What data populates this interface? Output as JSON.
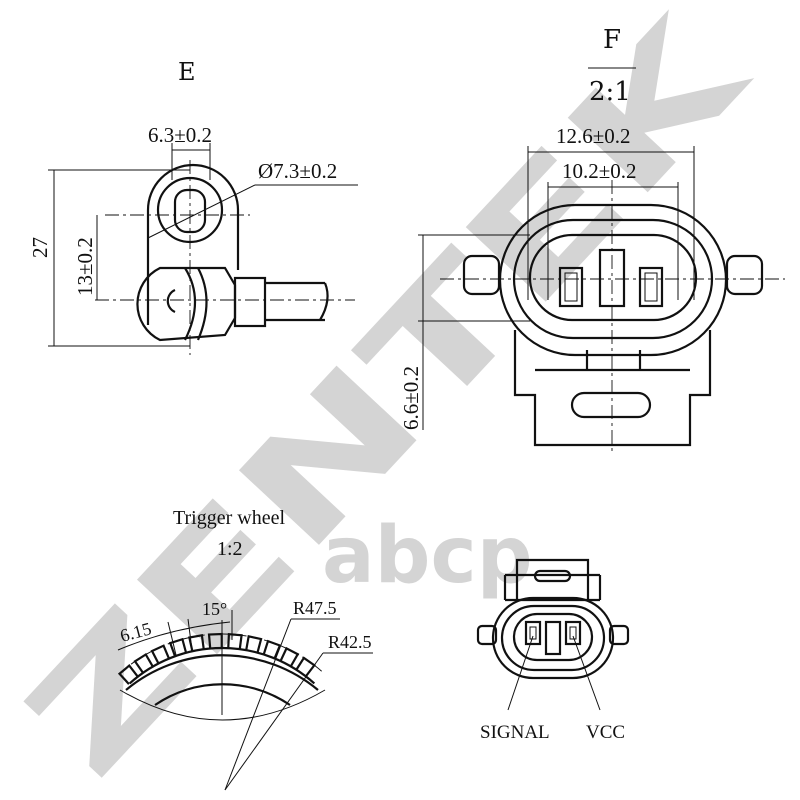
{
  "watermark": {
    "brand": "ZENTEK",
    "logo": "abcp",
    "color": "#d2d2d2"
  },
  "view_e": {
    "title": "E",
    "dim_width": "6.3±0.2",
    "dim_diameter": "Ø7.3±0.2",
    "dim_height": "27",
    "dim_offset": "13±0.2"
  },
  "view_f": {
    "title": "F",
    "scale": "2:1",
    "dim_outer": "12.6±0.2",
    "dim_inner": "10.2±0.2",
    "dim_vertical": "6.6±0.2"
  },
  "trigger_wheel": {
    "title": "Trigger wheel",
    "scale": "1:2",
    "dim_tooth": "6.15",
    "dim_angle": "15°",
    "dim_outer_radius": "R47.5",
    "dim_inner_radius": "R42.5"
  },
  "connector": {
    "pin_left": "SIGNAL",
    "pin_right": "VCC"
  }
}
